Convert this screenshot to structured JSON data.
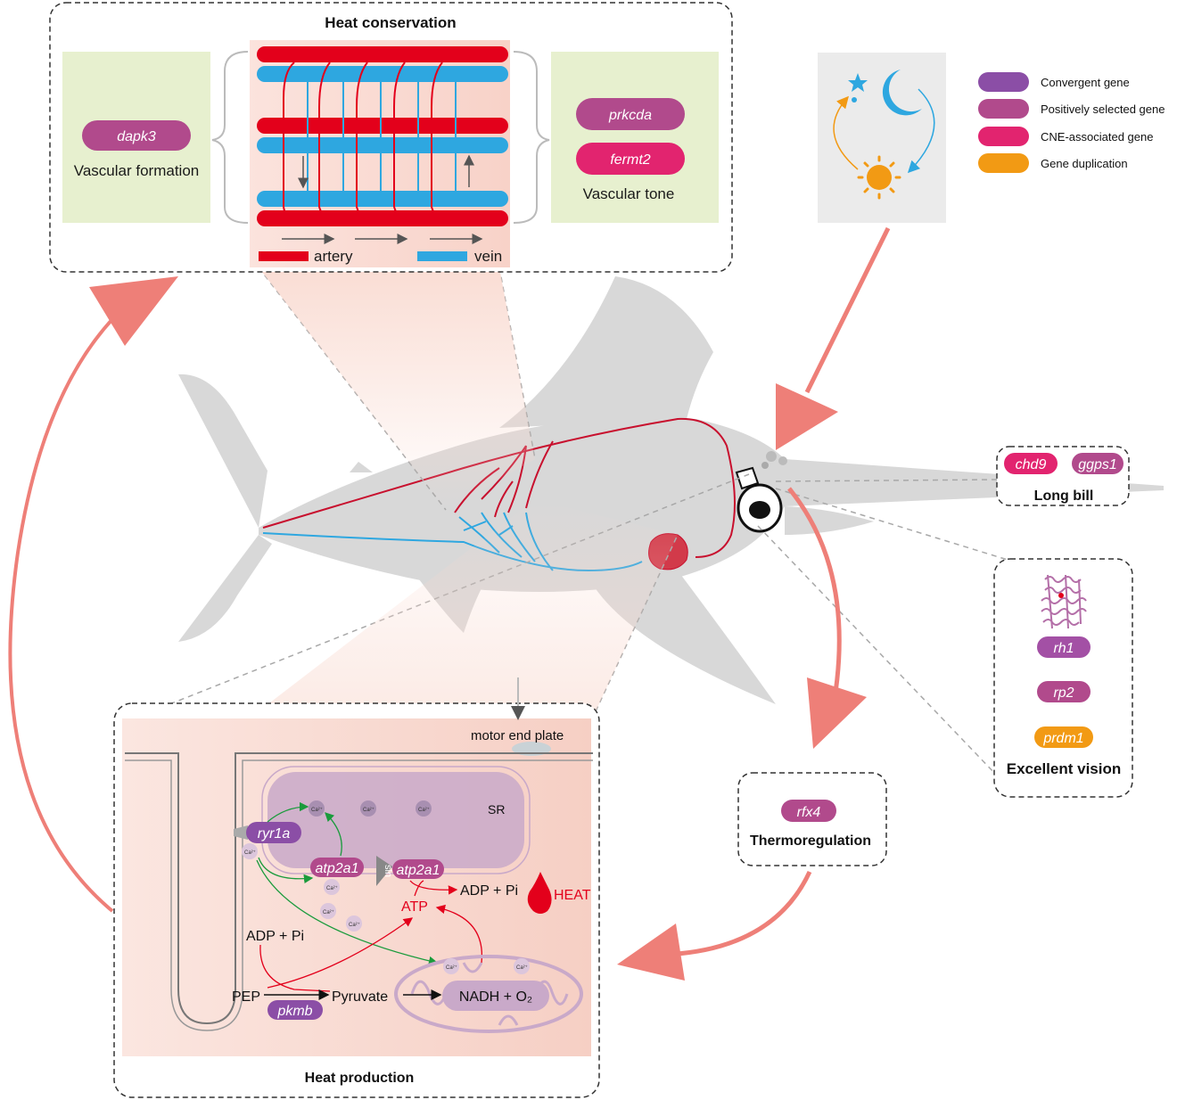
{
  "colors": {
    "convergent": "#8b4ea6",
    "positive": "#b14a8c",
    "cne": "#e2246f",
    "duplication": "#f29a14",
    "artery": "#e3001b",
    "vein": "#2ea7e0",
    "fish": "#d8d8d8",
    "arrow": "#ee7f78",
    "panel_green": "#e7f0cf"
  },
  "legend": [
    {
      "label": "Convergent gene",
      "color": "#8b4ea6"
    },
    {
      "label": "Positively selected gene",
      "color": "#b14a8c"
    },
    {
      "label": "CNE-associated gene",
      "color": "#e2246f"
    },
    {
      "label": "Gene duplication",
      "color": "#f29a14"
    }
  ],
  "heat_conservation": {
    "title": "Heat conservation",
    "left_gene": "dapk3",
    "left_label": "Vascular formation",
    "right_genes": [
      "prkcda",
      "fermt2"
    ],
    "right_label": "Vascular tone",
    "artery_label": "artery",
    "vein_label": "vein"
  },
  "long_bill": {
    "title": "Long bill",
    "genes": [
      "chd9",
      "ggps1"
    ]
  },
  "vision": {
    "title": "Excellent vision",
    "genes": [
      "rh1",
      "rp2",
      "prdm1"
    ]
  },
  "thermoregulation": {
    "title": "Thermoregulation",
    "gene": "rfx4"
  },
  "heat_production": {
    "title": "Heat production",
    "motor_end_plate": "motor end plate",
    "sr": "SR",
    "ryr1a": "ryr1a",
    "atp2a1": "atp2a1",
    "sln": "sln",
    "ca": "Ca²⁺",
    "adp_pi": "ADP + Pi",
    "atp": "ATP",
    "heat": "HEAT",
    "pep": "PEP",
    "pkmb": "pkmb",
    "pyruvate": "Pyruvate",
    "nadh": "NADH + O₂"
  }
}
